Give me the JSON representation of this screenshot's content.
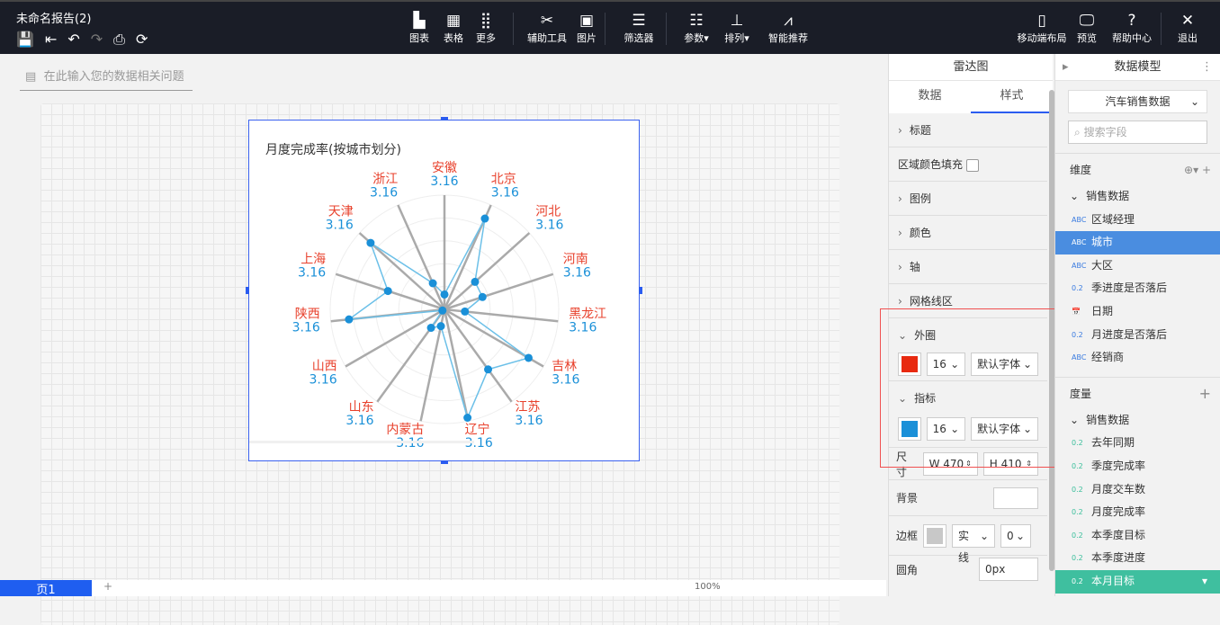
{
  "app": {
    "title": "未命名报告(2)"
  },
  "toolbar": {
    "items": [
      {
        "icon": "bar-chart-icon",
        "label": "图表"
      },
      {
        "icon": "table-icon",
        "label": "表格"
      },
      {
        "icon": "grid-more-icon",
        "label": "更多"
      },
      {
        "icon": "tools-icon",
        "label": "辅助工具"
      },
      {
        "icon": "image-icon",
        "label": "图片"
      },
      {
        "icon": "filter-icon",
        "label": "筛选器"
      },
      {
        "icon": "params-icon",
        "label": "参数▾"
      },
      {
        "icon": "arrange-icon",
        "label": "排列▾"
      },
      {
        "icon": "smart-recommend-icon",
        "label": "智能推荐"
      }
    ],
    "right": [
      {
        "icon": "mobile-icon",
        "label": "移动端布局"
      },
      {
        "icon": "preview-icon",
        "label": "预览"
      },
      {
        "icon": "help-icon",
        "label": "帮助中心"
      },
      {
        "icon": "close-icon",
        "label": "退出"
      }
    ]
  },
  "ask": {
    "placeholder": "在此输入您的数据相关问题"
  },
  "bottom": {
    "page_tab": "页1",
    "add": "+",
    "zoom": "100%"
  },
  "chart_data": {
    "type": "radar",
    "title": "月度完成率(按城市划分)",
    "categories": [
      "安徽",
      "北京",
      "河北",
      "河南",
      "黑龙江",
      "吉林",
      "江苏",
      "辽宁",
      "内蒙古",
      "山东",
      "山西",
      "陕西",
      "上海",
      "天津",
      "浙江"
    ],
    "labels": [
      "3.16",
      "3.16",
      "3.16",
      "3.16",
      "3.16",
      "3.16",
      "3.16",
      "3.16",
      "3.16",
      "3.16",
      "3.16",
      "3.16",
      "3.16",
      "3.16",
      "3.16"
    ],
    "values": [
      0.13,
      0.87,
      0.36,
      0.35,
      0.18,
      0.85,
      0.65,
      0.97,
      0.15,
      0.2,
      0.02,
      0.84,
      0.52,
      0.87,
      0.25
    ],
    "range": [
      0,
      1
    ],
    "label_color": "#e8412c",
    "value_color": "#1a90d8",
    "series_color": "#1a90d8"
  },
  "mid": {
    "header": "雷达图",
    "tabs": [
      "数据",
      "样式"
    ],
    "sections": [
      "标题",
      "区域颜色填充",
      "图例",
      "颜色",
      "轴",
      "网格线区"
    ],
    "outer": {
      "label": "外圈",
      "color": "#e8290f",
      "size": "16",
      "font": "默认字体"
    },
    "indicator": {
      "label": "指标",
      "color": "#1a90d8",
      "size": "16",
      "font": "默认字体"
    },
    "size": {
      "label": "尺寸",
      "w": "W 470",
      "h": "H 410"
    },
    "background": {
      "label": "背景"
    },
    "border": {
      "label": "边框",
      "style": "实线",
      "width": "0"
    },
    "radius": {
      "label": "圆角",
      "value": "0px"
    }
  },
  "right": {
    "header": "数据模型",
    "dataset": "汽车销售数据",
    "search_placeholder": "搜索字段",
    "dim_label": "维度",
    "dim_group": "销售数据",
    "dims": [
      {
        "t": "ABC",
        "n": "区域经理"
      },
      {
        "t": "ABC",
        "n": "城市"
      },
      {
        "t": "ABC",
        "n": "大区"
      },
      {
        "t": "0.2",
        "n": "季进度是否落后"
      },
      {
        "t": "📅",
        "n": "日期"
      },
      {
        "t": "0.2",
        "n": "月进度是否落后"
      },
      {
        "t": "ABC",
        "n": "经销商"
      }
    ],
    "measure_label": "度量",
    "measure_group": "销售数据",
    "measures": [
      {
        "t": "0.2",
        "n": "去年同期"
      },
      {
        "t": "0.2",
        "n": "季度完成率"
      },
      {
        "t": "0.2",
        "n": "月度交车数"
      },
      {
        "t": "0.2",
        "n": "月度完成率"
      },
      {
        "t": "0.2",
        "n": "本季度目标"
      },
      {
        "t": "0.2",
        "n": "本季度进度"
      },
      {
        "t": "0.2",
        "n": "本月目标"
      }
    ]
  }
}
